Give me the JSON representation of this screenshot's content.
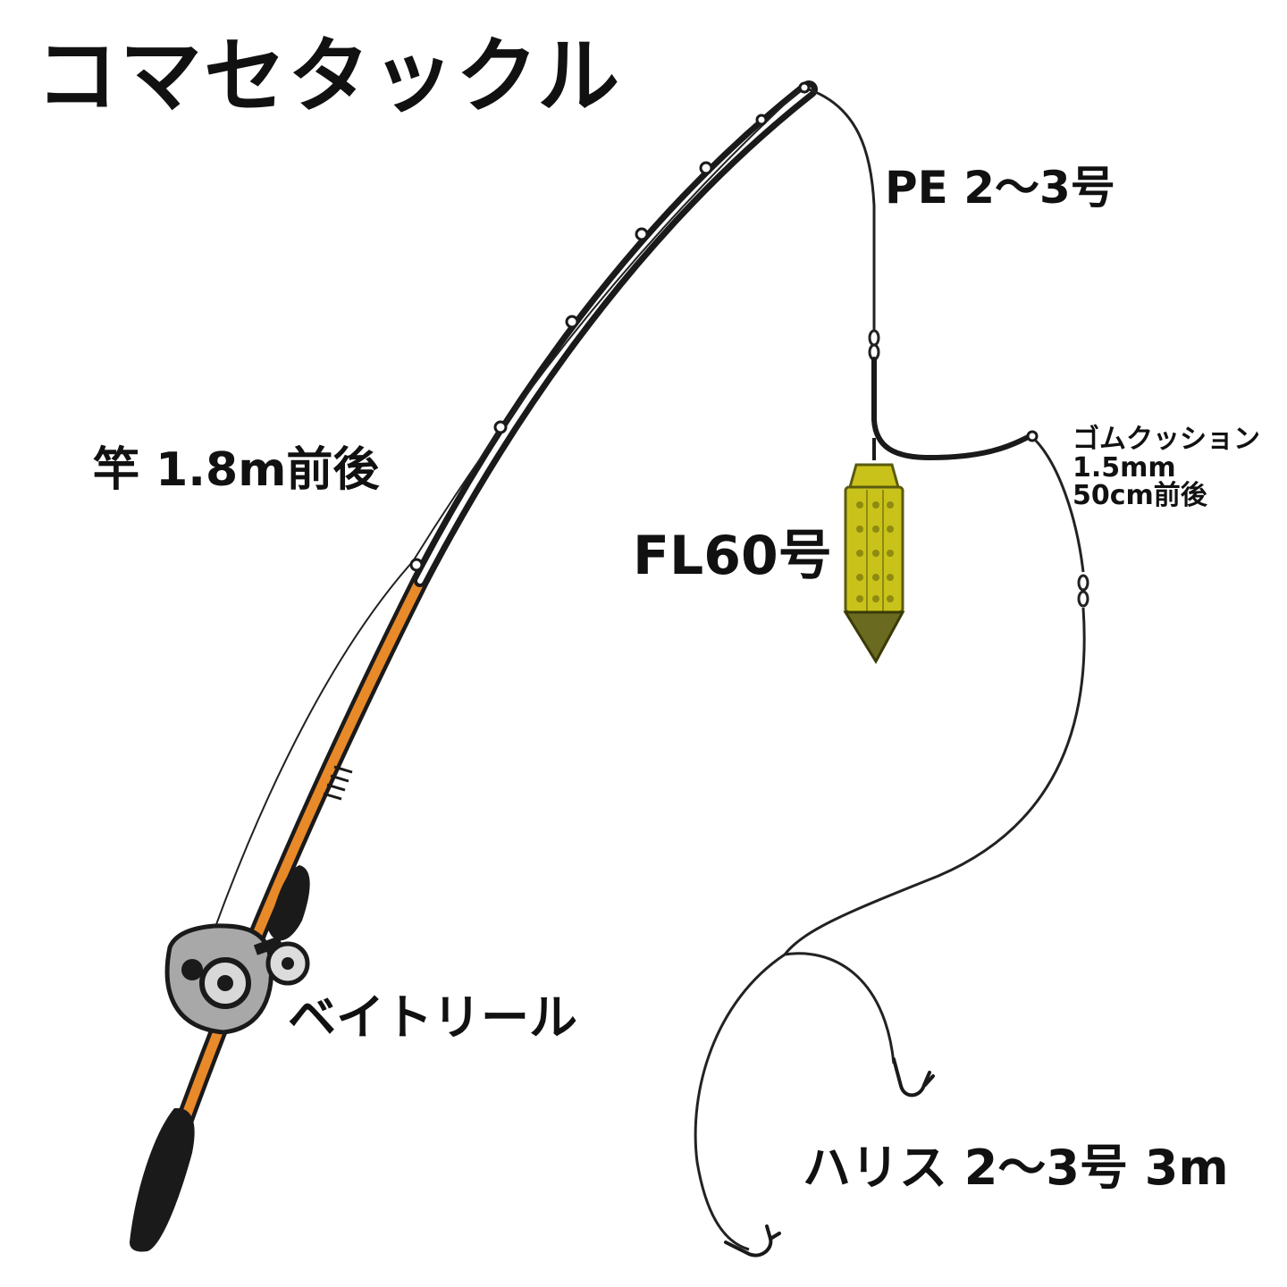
{
  "title": "コマセタックル",
  "labels": {
    "rod": "竿 1.8m前後",
    "main_line": "PE 2〜3号",
    "sinker": "FL60号",
    "cushion_name": "ゴムクッション",
    "cushion_diameter": "1.5mm",
    "cushion_length": "50cm前後",
    "reel": "ベイトリール",
    "leader": "ハリス 2〜3号 3m"
  },
  "colors": {
    "rod": "#e8892a",
    "rod_outline": "#1a1a1a",
    "line": "#222222",
    "sinker": "#c9c21a",
    "sinker_dark": "#5a5a10",
    "reel_body": "#a8a8a8",
    "handle": "#1a1a1a"
  },
  "icons": {
    "rod": "fishing-rod-icon",
    "reel": "baitcasting-reel-icon",
    "sinker": "comase-sinker-basket-icon",
    "hook": "fish-hook-icon",
    "swivel": "swivel-icon"
  }
}
